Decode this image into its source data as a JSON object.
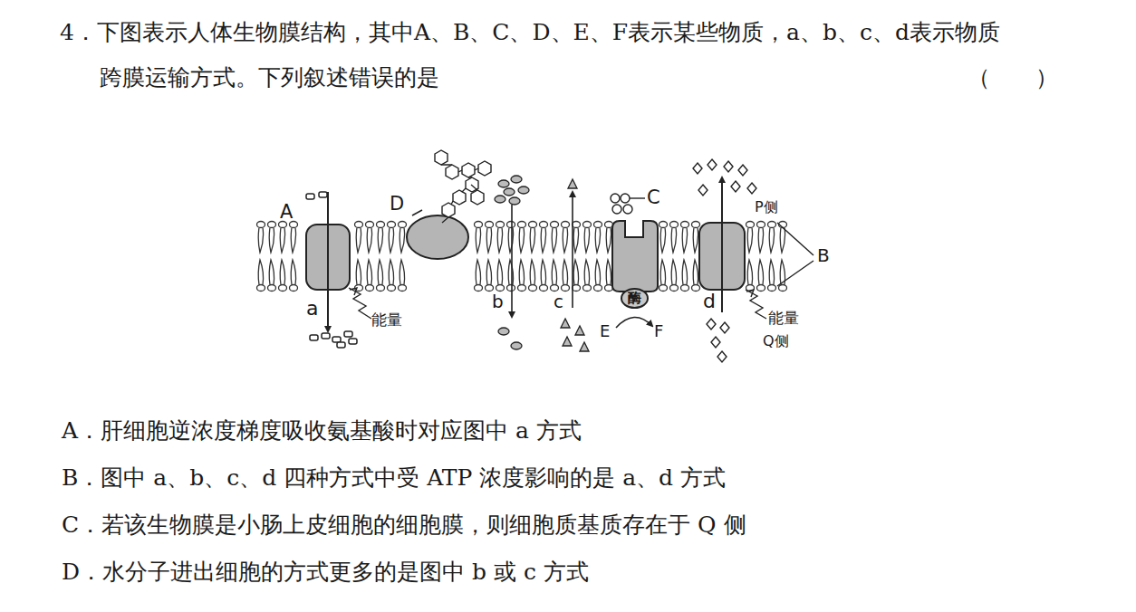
{
  "diagram": {
    "nodes": [
      {
        "text": [
          "酶"
        ]
      }
    ],
    "edges": [],
    "labels": [
      "4．下图表示人体生物膜结构，其中A、B、C、D、E、F表示某些物质，a、b、c、d表示物质",
      "跨膜运输方式。下列叙述错误的是",
      "（　　）",
      "A",
      "D",
      "C",
      "P侧",
      "B",
      "a",
      "能量",
      "b",
      "c",
      "E",
      "F",
      "d",
      "能量",
      "Q侧",
      "A．肝细胞逆浓度梯度吸收氨基酸时对应图中 a 方式",
      "B．图中 a、b、c、d 四种方式中受 ATP 浓度影响的是 a、d 方式",
      "C．若该生物膜是小肠上皮细胞的细胞膜，则细胞质基质存在于 Q 侧",
      "D．水分子进出细胞的方式更多的是图中 b 或 c 方式"
    ]
  }
}
